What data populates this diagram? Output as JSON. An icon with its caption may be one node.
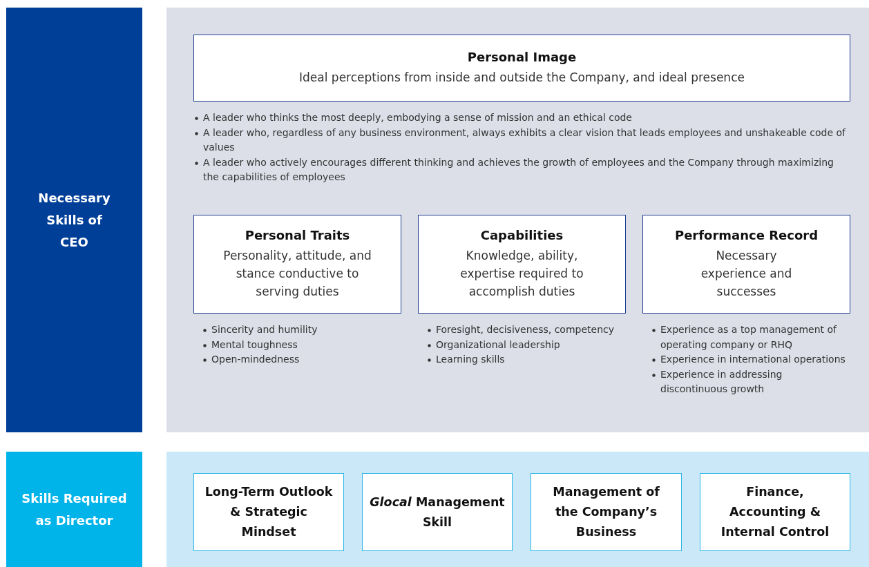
{
  "diagram": {
    "nodes": [
      {
        "text": [
          "Necessary Skills of CEO"
        ]
      },
      {
        "text": [],
        "shape": "box"
      },
      {
        "text": [
          "Personal Image",
          "Ideal perceptions from inside and outside the Company, and ideal presence"
        ],
        "in": 1,
        "beside": [
          "A leader who thinks the most deeply, embodying a sense of mission and an ethical code",
          "A leader who, regardless of any business environment, always exhibits a clear vision that leads employees and unshakeable code of values",
          "A leader who actively encourages different thinking and achieves the growth of employees and the Company through maximizing the capabilities of employees"
        ]
      },
      {
        "text": [
          "Personal Traits",
          "Personality, attitude, and stance conductive to serving duties"
        ],
        "in": 1,
        "beside": [
          "Sincerity and humility",
          "Mental toughness",
          "Open-mindedness"
        ]
      },
      {
        "text": [
          "Capabilities",
          "Knowledge, ability, expertise required to accomplish duties"
        ],
        "in": 1,
        "beside": [
          "Foresight, decisiveness, competency",
          "Organizational leadership",
          "Learning skills"
        ]
      },
      {
        "text": [
          "Performance Record",
          "Necessary experience and successes"
        ],
        "in": 1,
        "beside": [
          "Experience as a top management of operating company or RHQ",
          "Experience in international operations",
          "Experience in addressing discontinuous growth"
        ]
      },
      {
        "text": [
          "Skills Required as Director"
        ]
      },
      {
        "text": [],
        "shape": "box"
      },
      {
        "text": [
          "Long-Term Outlook & Strategic Mindset"
        ],
        "in": 7
      },
      {
        "text": [
          "*Glocal* Management Skill"
        ],
        "in": 7
      },
      {
        "text": [
          "Management of the Company’s Business"
        ],
        "in": 7
      },
      {
        "text": [
          "Finance, Accounting & Internal Control"
        ],
        "in": 7
      }
    ]
  }
}
